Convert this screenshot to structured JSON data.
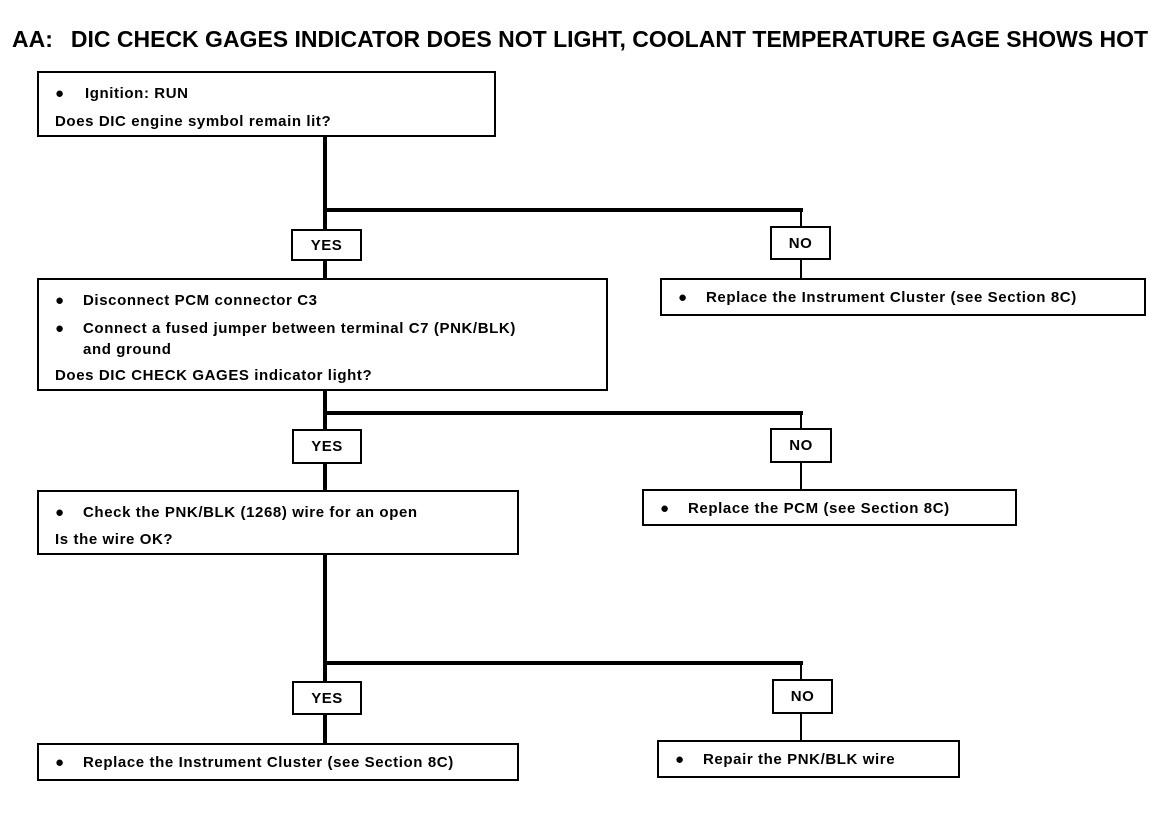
{
  "title": {
    "prefix": "AA:",
    "text": "DIC CHECK GAGES INDICATOR DOES NOT LIGHT, COOLANT TEMPERATURE GAGE SHOWS HOT"
  },
  "bullet_symbol": "●",
  "steps": [
    {
      "bullets": [
        "Ignition:  RUN"
      ],
      "question": "Does DIC engine symbol remain lit?"
    },
    {
      "bullets": [
        "Disconnect PCM connector C3",
        "Connect a fused jumper between terminal C7 (PNK/BLK)"
      ],
      "bullet_continuation": "and ground",
      "question": "Does DIC CHECK GAGES indicator light?"
    },
    {
      "bullets": [
        "Check the PNK/BLK (1268) wire for an open"
      ],
      "question": "Is the wire OK?"
    }
  ],
  "labels": {
    "yes": "YES",
    "no": "NO"
  },
  "outcomes": {
    "step1_no": "Replace the Instrument Cluster (see Section 8C)",
    "step2_no": "Replace the PCM (see Section 8C)",
    "step3_yes": "Replace the Instrument Cluster (see Section 8C)",
    "step3_no": "Repair the PNK/BLK wire"
  }
}
